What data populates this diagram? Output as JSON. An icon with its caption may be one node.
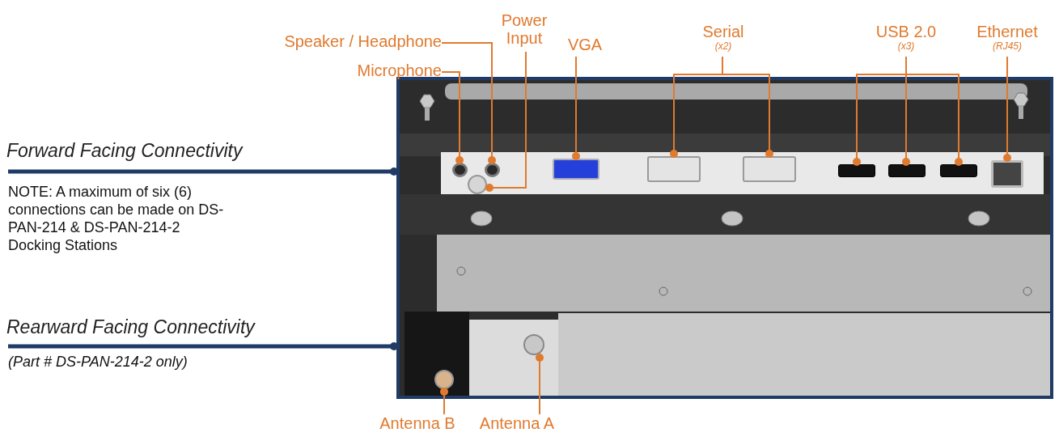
{
  "diagram": {
    "nodes": [
      {
        "text": [
          "Speaker / Headphone"
        ]
      },
      {
        "text": [
          "Microphone"
        ]
      },
      {
        "text": [
          "Power Input"
        ]
      },
      {
        "text": [
          "VGA"
        ]
      },
      {
        "text": [
          "Serial",
          "(x2)"
        ]
      },
      {
        "text": [
          "USB 2.0",
          "(x3)"
        ]
      },
      {
        "text": [
          "Ethernet",
          "(RJ45)"
        ]
      },
      {
        "text": [
          "Forward Facing Connectivity"
        ]
      },
      {
        "text": [
          "Rearward Facing Connectivity"
        ]
      },
      {
        "text": [
          "Antenna B"
        ]
      },
      {
        "text": [
          "Antenna A"
        ]
      },
      {
        "text": [],
        "shape": "box"
      },
      {
        "text": [],
        "shape": "circle",
        "in": 11
      },
      {
        "text": [],
        "shape": "circle",
        "in": 11
      },
      {
        "text": [],
        "shape": "circle",
        "in": 11
      },
      {
        "text": [],
        "shape": "box",
        "in": 11
      },
      {
        "text": [],
        "shape": "box",
        "in": 11
      },
      {
        "text": [],
        "shape": "box",
        "in": 11
      },
      {
        "text": [],
        "shape": "box",
        "in": 11
      },
      {
        "text": [],
        "shape": "box",
        "in": 11
      },
      {
        "text": [],
        "shape": "box",
        "in": 11
      },
      {
        "text": [],
        "shape": "box",
        "in": 11
      },
      {
        "text": [],
        "shape": "circle",
        "in": 11
      },
      {
        "text": [],
        "shape": "circle",
        "in": 11
      }
    ],
    "edges": [
      {
        "from": 0,
        "to": 13,
        "arrow": "other"
      },
      {
        "from": 1,
        "to": 12,
        "arrow": "other"
      },
      {
        "from": 2,
        "to": 14,
        "arrow": "other"
      },
      {
        "from": 3,
        "to": 15,
        "arrow": "other"
      },
      {
        "from": 4,
        "to": 16,
        "arrow": "other"
      },
      {
        "from": 4,
        "to": 17,
        "arrow": "other"
      },
      {
        "from": 5,
        "to": 18,
        "arrow": "other"
      },
      {
        "from": 5,
        "to": 19,
        "arrow": "other"
      },
      {
        "from": 5,
        "to": 20,
        "arrow": "other"
      },
      {
        "from": 6,
        "to": 21,
        "arrow": "other"
      },
      {
        "from": 7,
        "to": 11,
        "arrow": "other",
        "style": "thick",
        "color": "#1f3b66"
      },
      {
        "from": 8,
        "to": 11,
        "arrow": "other",
        "style": "thick",
        "color": "#1f3b66"
      },
      {
        "from": 9,
        "to": 22,
        "arrow": "other"
      },
      {
        "from": 10,
        "to": 23,
        "arrow": "other"
      }
    ],
    "labels": [
      "NOTE: A maximum of six (6) connections can be made on DS-PAN-214 & DS-PAN-214-2 Docking Stations",
      "(Part # DS-PAN-214-2 only)"
    ]
  }
}
